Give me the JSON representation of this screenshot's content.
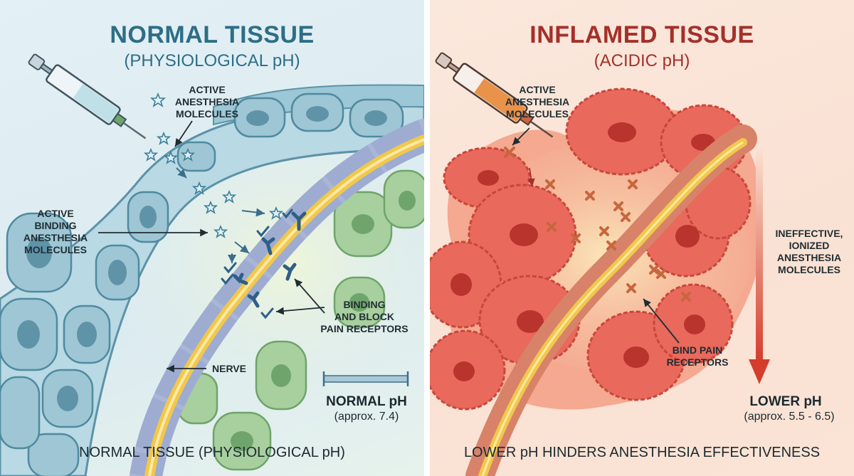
{
  "colors": {
    "left_title": "#2d6e86",
    "right_title": "#a5302a",
    "label_text": "#1f2d33",
    "nerve": "#f2c84b",
    "normal_cell": "#8fbcc9",
    "inflamed_cell": "#e8665a"
  },
  "left": {
    "title": "NORMAL TISSUE",
    "subtitle": "(PHYSIOLOGICAL pH)",
    "labels": {
      "active_molecules": "ACTIVE\nANESTHESIA\nMOLECULES",
      "binding_molecules": "ACTIVE\nBINDING\nANESTHESIA\nMOLECULES",
      "binding_block": "BINDING\nAND BLOCK\nPAIN RECEPTORS",
      "nerve": "NERVE"
    },
    "ph_main": "NORMAL pH",
    "ph_sub": "(approx. 7.4)",
    "footer": "NORMAL TISSUE (PHYSIOLOGICAL pH)",
    "icons": [
      "syringe-icon",
      "molecule-icon",
      "receptor-icon",
      "checkmark-icon"
    ]
  },
  "right": {
    "title": "INFLAMED TISSUE",
    "subtitle": "(ACIDIC pH)",
    "labels": {
      "active_molecules": "ACTIVE\nANESTHESIA\nMOLECULES",
      "ineffective": "INEFFECTIVE,\nIONIZED\nANESTHESIA\nMOLECULES",
      "bind_pain": "BIND PAIN\nRECEPTORS"
    },
    "ph_main": "LOWER pH",
    "ph_sub": "(approx. 5.5 - 6.5)",
    "footer": "LOWER pH HINDERS ANESTHESIA EFFECTIVENESS",
    "icons": [
      "syringe-icon",
      "ionized-molecule-x-icon",
      "down-arrow-icon"
    ]
  }
}
